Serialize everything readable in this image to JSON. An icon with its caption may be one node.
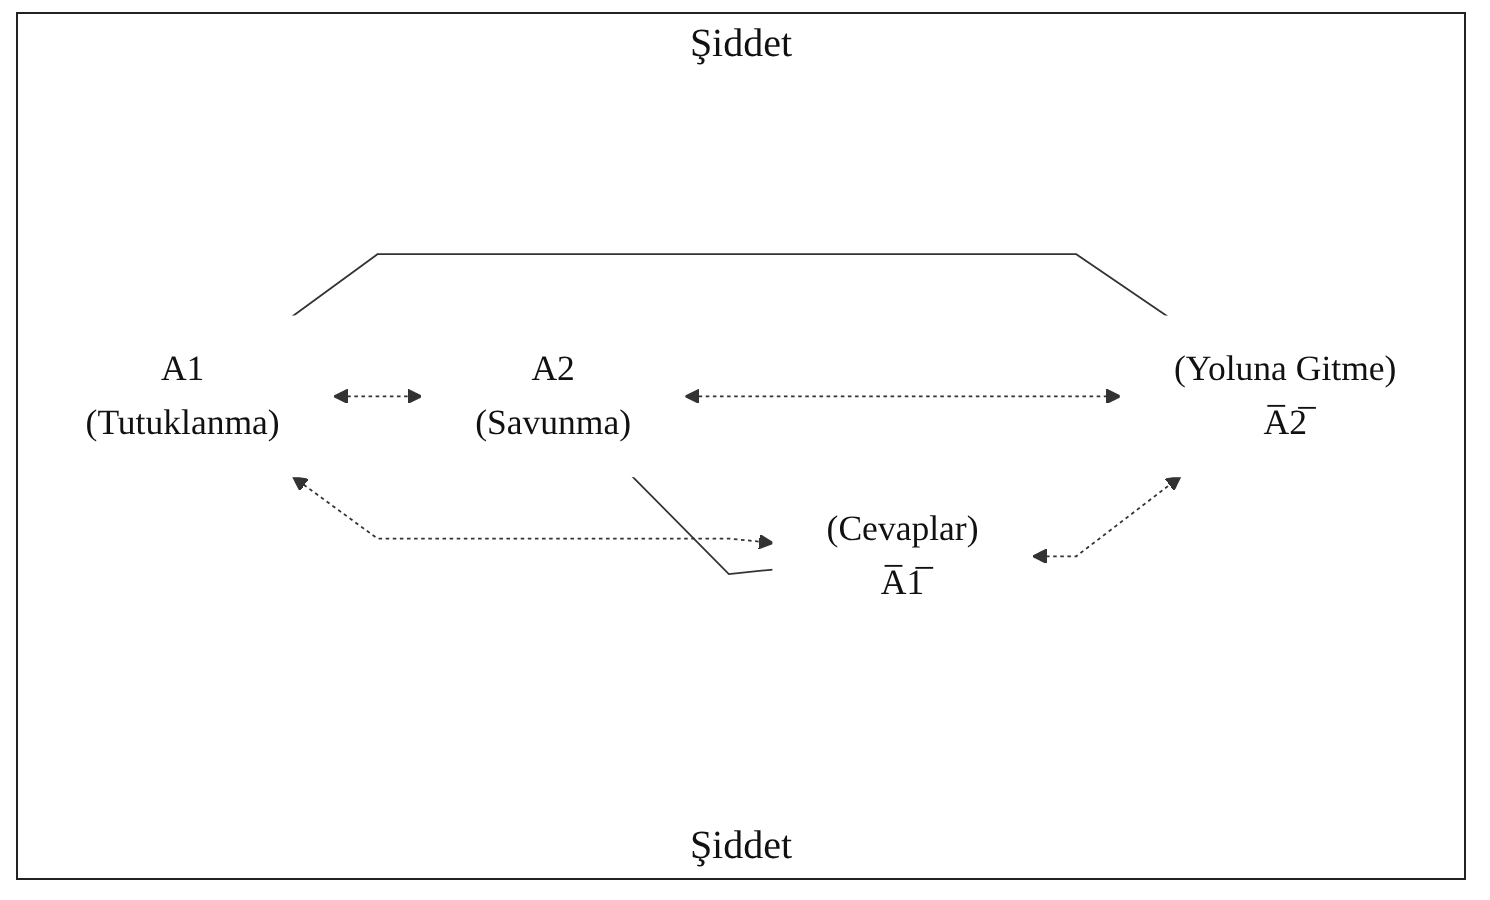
{
  "diagram": {
    "nodes": [
      {
        "text": [
          "A1",
          "(Tutuklanma)"
        ]
      },
      {
        "text": [
          "A2",
          "(Savunma)"
        ]
      },
      {
        "text": [
          "(Cevaplar)",
          "A̅1̅"
        ]
      },
      {
        "text": [
          "(Yoluna Gitme)",
          "A̅2̅"
        ]
      }
    ],
    "edges": [
      {
        "from": 0,
        "to": 1,
        "arrow": "both",
        "style": "dashed"
      },
      {
        "from": 0,
        "to": 2,
        "arrow": "both",
        "style": "dashed"
      },
      {
        "from": 0,
        "to": 3,
        "arrow": "none"
      },
      {
        "from": 1,
        "to": 2,
        "arrow": "none"
      },
      {
        "from": 1,
        "to": 3,
        "arrow": "both",
        "style": "dashed"
      },
      {
        "from": 2,
        "to": 3,
        "arrow": "both",
        "style": "dashed"
      }
    ],
    "labels": [
      "Şiddet",
      "Şiddet"
    ]
  }
}
